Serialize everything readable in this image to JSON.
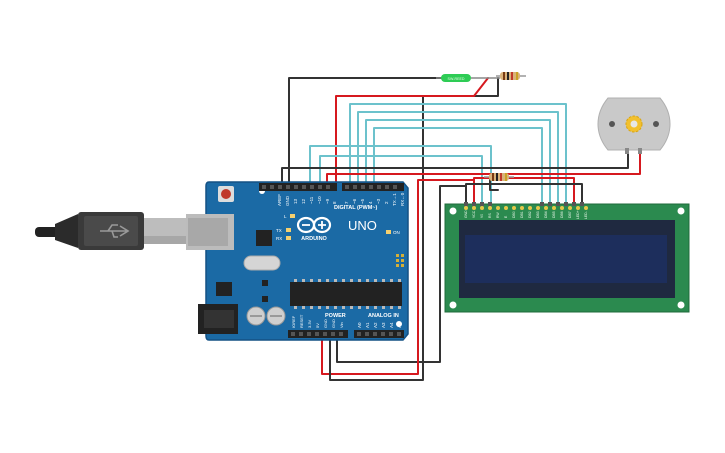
{
  "arduino": {
    "brand": "ARDUINO",
    "model": "UNO",
    "digital_label": "DIGITAL (PWM~)",
    "power_label": "POWER",
    "analog_label": "ANALOG IN",
    "on_label": "ON",
    "tx_label": "TX",
    "rx_label": "RX",
    "l_label": "L",
    "aref": "AREF",
    "gnd": "GND",
    "digital_pins": [
      "13",
      "12",
      "~11",
      "~10",
      "~9",
      "8",
      "7",
      "~6",
      "~5",
      "4",
      "~3",
      "2",
      "TX→1",
      "RX←0"
    ],
    "power_pins": [
      "IOREF",
      "RESET",
      "3.3V",
      "5V",
      "GND",
      "GND",
      "Vin"
    ],
    "analog_pins": [
      "A0",
      "A1",
      "A2",
      "A3",
      "A4",
      "A5"
    ]
  },
  "reed_switch": {
    "label": "SW-REED"
  },
  "lcd": {
    "pins": [
      "GND",
      "VCC",
      "V0",
      "RS",
      "RW",
      "E",
      "DB0",
      "DB1",
      "DB2",
      "DB3",
      "DB4",
      "DB5",
      "DB6",
      "DB7",
      "LED+",
      "LED-"
    ]
  },
  "colors": {
    "board": "#1b6aa5",
    "board_edge": "#145184",
    "lcd_pcb": "#2b8a4f",
    "lcd_screen": "#1d2e5c",
    "wire_black": "#333333",
    "wire_red": "#d6191f",
    "wire_cyan": "#6cc2cc",
    "reed_green": "#2ecc55",
    "motor": "#c9c9c9"
  }
}
